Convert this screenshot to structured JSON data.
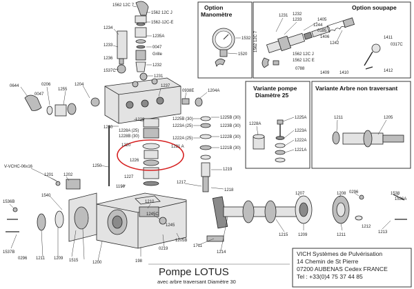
{
  "title": "Pompe LOTUS",
  "subtitle": "avec arbre traversant  Diamètre 30",
  "boxes": {
    "manometre": {
      "line1": "Option",
      "line2": "Manomètre"
    },
    "soupape": {
      "label": "Option soupape"
    },
    "pompe25": {
      "line1": "Variante pompe",
      "line2": "Diamètre 25"
    },
    "arbre": {
      "label": "Variante Arbre non traversant"
    }
  },
  "address": {
    "line1": "VICH Systèmes de Pulvérisation",
    "line2": "14 Chemin de St Pierre",
    "line3": "07200 AUBENAS Cedex FRANCE",
    "line4": "Tel : +33(0)4 75 37 44 85"
  },
  "highlight_color": "#d62020",
  "parts": {
    "p1562_12C7": "1562 12C 7",
    "p1562_12CJ": "1562 12C J",
    "p1562_12CE": "1562-12C-E",
    "p1234": "1234",
    "p1235A": "1235A",
    "p1233": "1233",
    "p0047": "0047",
    "grille": "Grille",
    "p1236": "1236",
    "p1232": "1232",
    "p1537C": "1537C",
    "p1231": "1231",
    "p0644": "0644",
    "p0206": "0206",
    "p1255": "1255",
    "p1204": "1204",
    "p0047b": "0047",
    "p1237": "1237",
    "p0938E": "0938E",
    "p1204A": "1204A",
    "p1229": "1229",
    "p1228A25": "1228A (25)",
    "p1228B30": "1228B (30)",
    "p1230": "1230",
    "p1225B30": "1225B (30)",
    "p1223A25": "1223A (25)",
    "p1223B30": "1223B (30)",
    "p1222A25": "1222A (25)",
    "p1222B30": "1222B (30)",
    "p1220": "1220",
    "p1221A": "1221 A",
    "p1221B30": "1221B (30)",
    "p1226": "1226",
    "p1227": "1227",
    "p1250": "1250",
    "p1219": "1219",
    "p1217": "1217",
    "p1218": "1218",
    "p1199": "1199",
    "vvchc": "V-VCHC-06x16",
    "p1201": "1201",
    "p1202": "1202",
    "p1540": "1540",
    "p1536B": "1536B",
    "p1210": "1210",
    "p1245C": "1245C",
    "p1245": "1245",
    "p1537B": "1537B",
    "p0296": "0296",
    "p1211": "1211",
    "p1209": "1209",
    "p1515": "1515",
    "p1200": "1200",
    "p198": "198",
    "p0219": "0219",
    "p1205B": "1205B",
    "p1711": "1711",
    "p1214": "1214",
    "p1207": "1207",
    "p1208": "1208",
    "p1209b": "1209",
    "p1211b": "1211",
    "p0296b": "0296",
    "p1538": "1538",
    "p1536A": "1536A",
    "p1215": "1215",
    "p1213": "1213",
    "p1212": "1212",
    "m1231": "1231",
    "m1232": "1232",
    "m1233": "1233",
    "m1532": "1532",
    "m1520": "1520",
    "s1405": "1405",
    "s1244": "1244",
    "s0185": "0185",
    "s1406": "1406",
    "s1242": "1242",
    "s1411": "1411",
    "s0317C": "0317C",
    "s1562_12C7": "1562 12C 7",
    "s1562_12CJ": "1562 12C J",
    "s1562_12CE": "1562 12C E",
    "s0788": "0788",
    "s1409": "1409",
    "s1410": "1410",
    "s1412": "1412",
    "v1228A": "1228A",
    "v1225A": "1225A",
    "v1223A": "1223A",
    "v1222A": "1222A",
    "v1221A": "1221A",
    "a1211": "1211",
    "a1205": "1205"
  }
}
